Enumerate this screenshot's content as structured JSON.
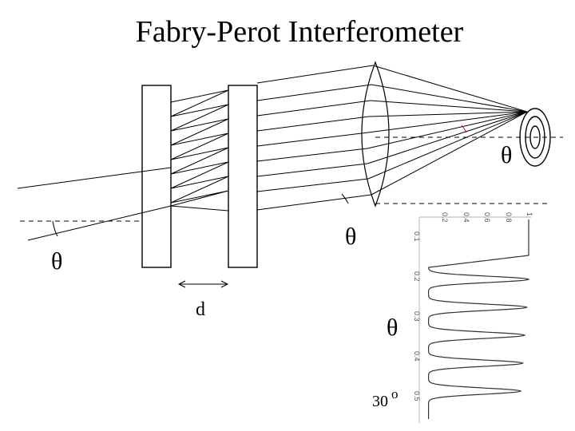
{
  "title": "Fabry-Perot Interferometer",
  "labels": {
    "theta": "θ",
    "spacing": "d",
    "angle_value": "30",
    "degree_sign": "o"
  },
  "plot": {
    "x_ticks": [
      "0.1",
      "0.2",
      "0.3",
      "0.4",
      "0.5"
    ],
    "y_ticks": [
      "0.2",
      "0.4",
      "0.6",
      "0.8",
      "1"
    ],
    "fringe_peaks": [
      0.2,
      0.27,
      0.34,
      0.41,
      0.48
    ],
    "baseline": 0.05,
    "peak_value": 1.0
  }
}
